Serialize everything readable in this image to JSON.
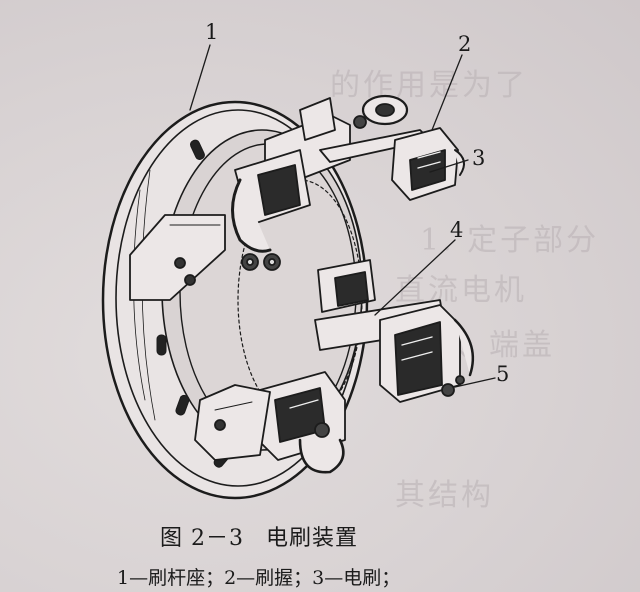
{
  "labels": {
    "l1": "1",
    "l2": "2",
    "l3": "3",
    "l4": "4",
    "l5": "5"
  },
  "caption": {
    "figure_no": "图 2－3",
    "title": "电刷装置"
  },
  "legend_text": "1—刷杆座；2—刷握；3—电刷；",
  "background_text": {
    "line1": "的作用是为了",
    "line2": "1. 定子部分",
    "line3": "直流电机",
    "line4": "机座、端盖",
    "line5": "其结构"
  }
}
